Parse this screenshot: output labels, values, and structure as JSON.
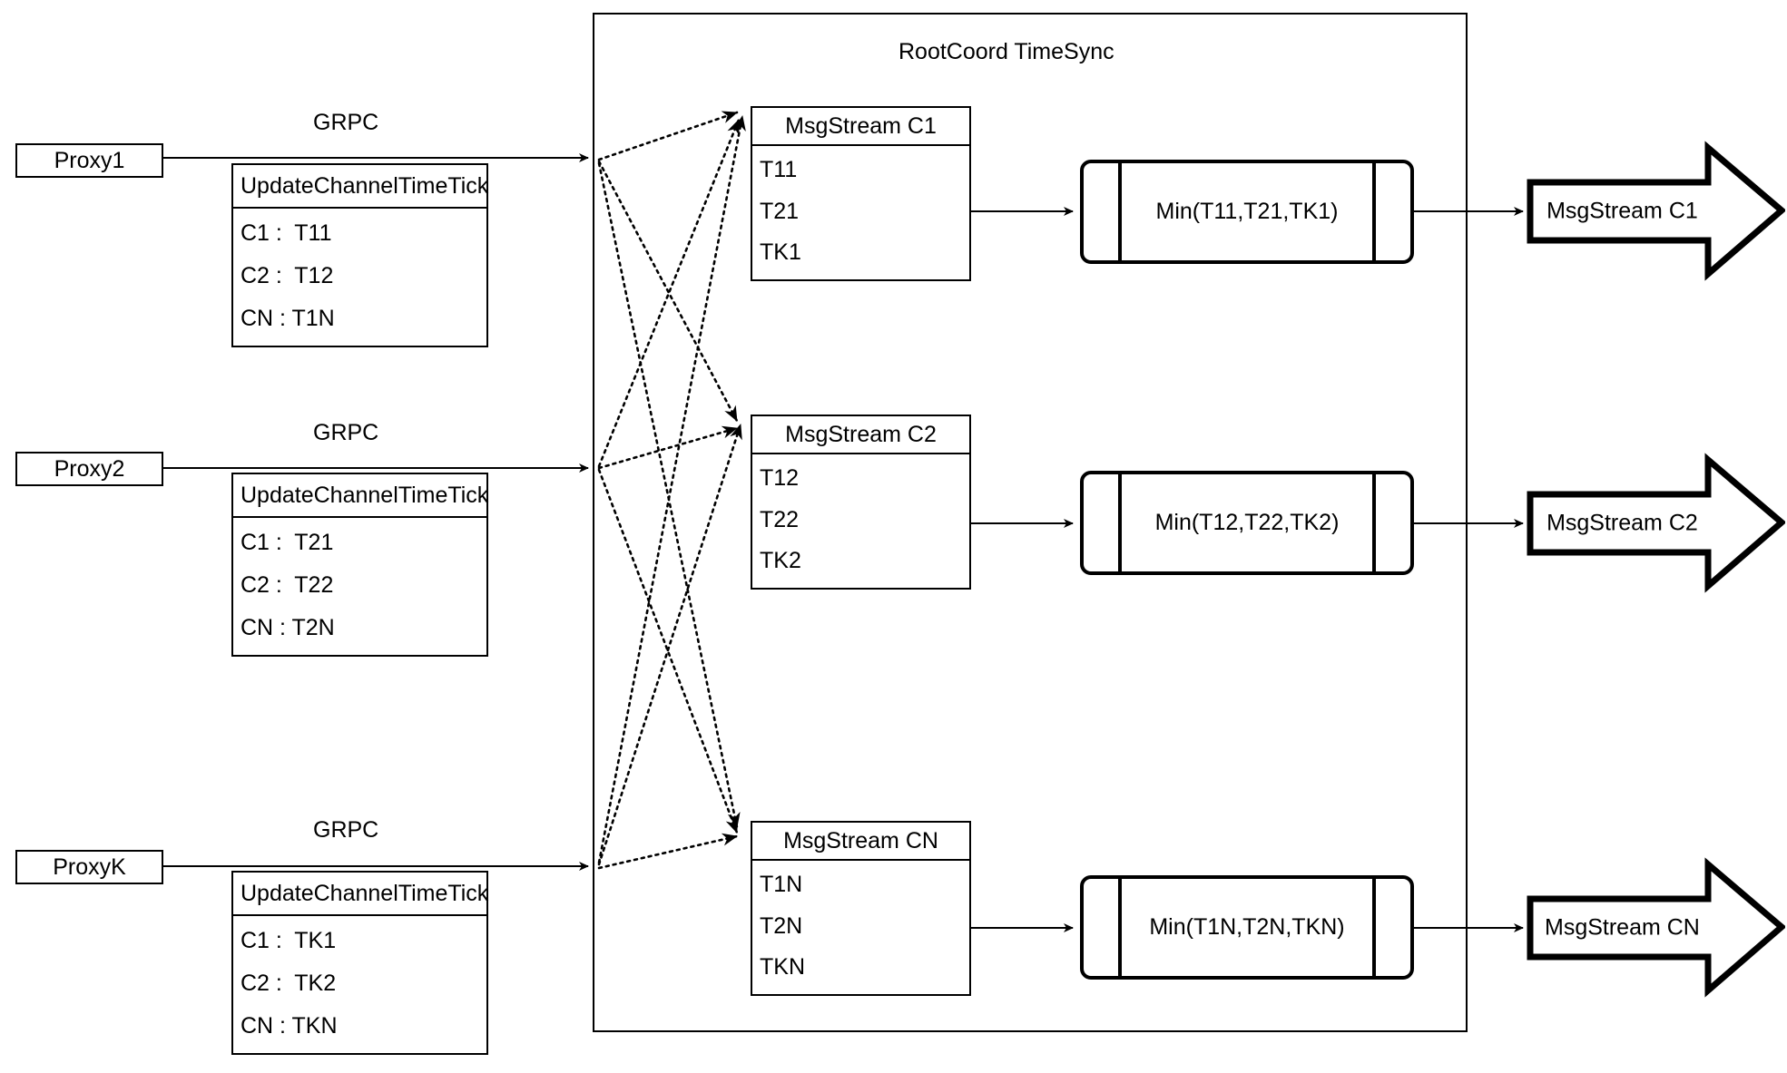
{
  "diagram": {
    "title": "RootCoord TimeSync",
    "container_label": "RootCoord TimeSync"
  },
  "rows": [
    {
      "proxy_label": "Proxy1",
      "link_label": "GRPC",
      "request": {
        "header": "UpdateChannelTimeTick",
        "entries": [
          "C1 :  T11",
          "C2 :  T12",
          "CN : T1N"
        ]
      },
      "msgstream": {
        "header": "MsgStream C1",
        "entries": [
          "T11",
          "T21",
          "TK1"
        ]
      },
      "process_label": "Min(T11,T21,TK1)",
      "output_label": "MsgStream C1"
    },
    {
      "proxy_label": "Proxy2",
      "link_label": "GRPC",
      "request": {
        "header": "UpdateChannelTimeTick",
        "entries": [
          "C1 :  T21",
          "C2 :  T22",
          "CN : T2N"
        ]
      },
      "msgstream": {
        "header": "MsgStream C2",
        "entries": [
          "T12",
          "T22",
          "TK2"
        ]
      },
      "process_label": "Min(T12,T22,TK2)",
      "output_label": "MsgStream C2"
    },
    {
      "proxy_label": "ProxyK",
      "link_label": "GRPC",
      "request": {
        "header": "UpdateChannelTimeTick",
        "entries": [
          "C1 :  TK1",
          "C2 :  TK2",
          "CN : TKN"
        ]
      },
      "msgstream": {
        "header": "MsgStream CN",
        "entries": [
          "T1N",
          "T2N",
          "TKN"
        ]
      },
      "process_label": "Min(T1N,T2N,TKN)",
      "output_label": "MsgStream CN"
    }
  ],
  "colors": {
    "stroke": "#000000",
    "background": "#ffffff"
  }
}
